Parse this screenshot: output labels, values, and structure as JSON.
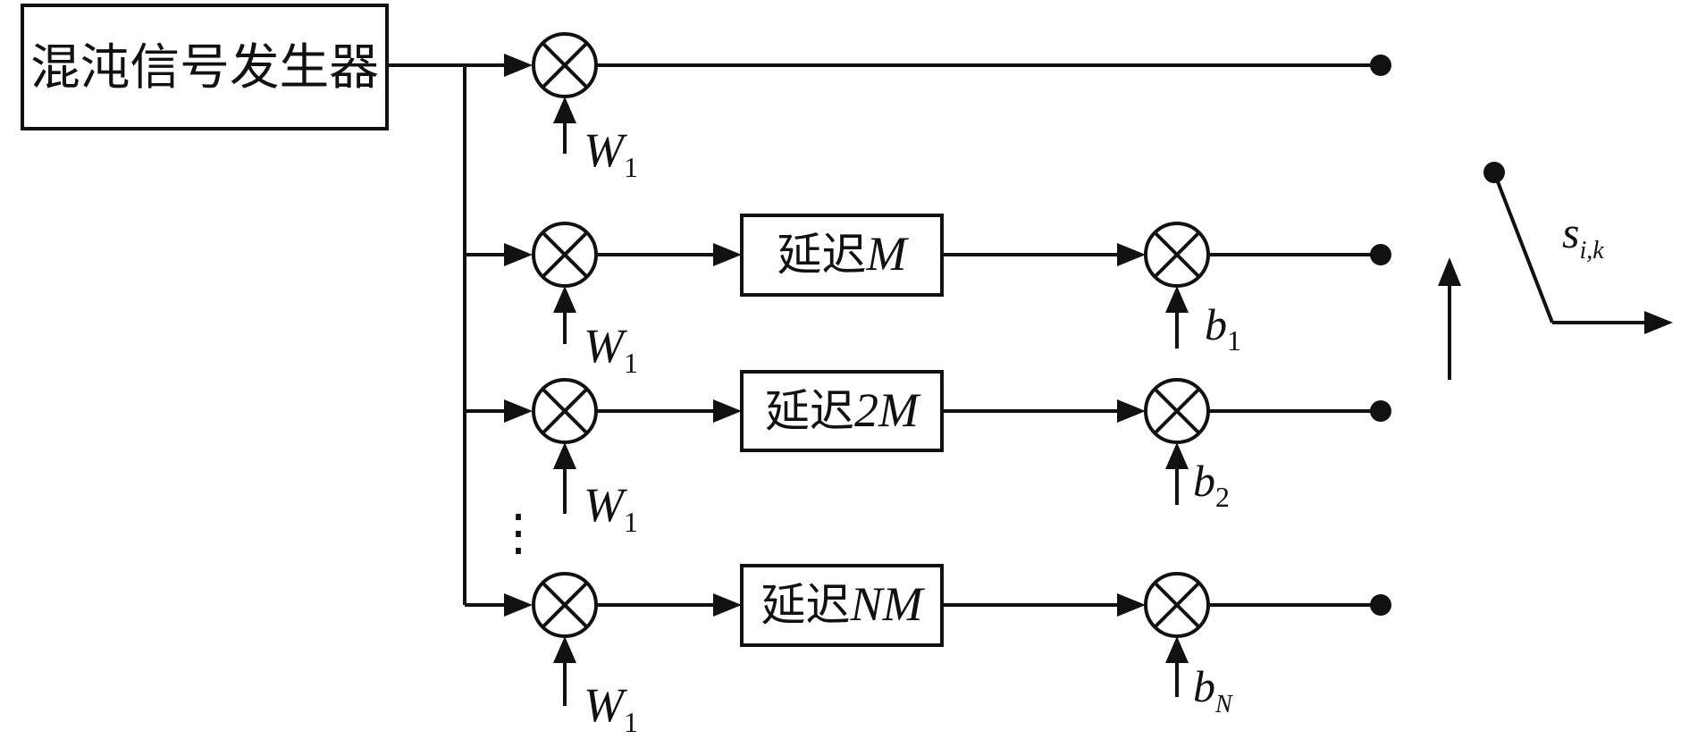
{
  "generator": {
    "label": "混沌信号发生器"
  },
  "branches": [
    {
      "weight": {
        "main": "W",
        "sub": "1"
      }
    },
    {
      "weight": {
        "main": "W",
        "sub": "1"
      },
      "delay": {
        "prefix": "延迟",
        "amount": "M"
      },
      "coef": {
        "main": "b",
        "sub": "1"
      }
    },
    {
      "weight": {
        "main": "W",
        "sub": "1"
      },
      "delay": {
        "prefix": "延迟",
        "amount": "2M"
      },
      "coef": {
        "main": "b",
        "sub": "2"
      }
    },
    {
      "weight": {
        "main": "W",
        "sub": "1"
      },
      "delay": {
        "prefix": "延迟",
        "amount": "NM"
      },
      "coef": {
        "main": "b",
        "sub": "N"
      }
    }
  ],
  "ellipsis": "⋮",
  "output": {
    "main": "s",
    "sub": "i,k"
  }
}
